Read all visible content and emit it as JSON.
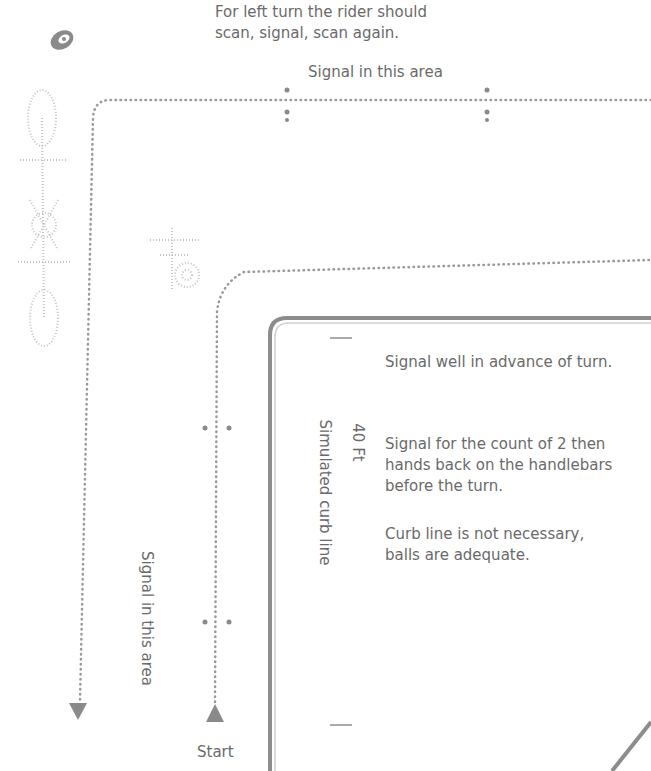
{
  "diagram": {
    "labels": [
      "For left turn the rider should scan, signal, scan again.",
      "Signal in this area",
      "Signal in this area",
      "Simulated curb line",
      "40 Ft",
      "Signal well in advance of turn.",
      "Signal for the count of 2 then hands back on the handlebars before the turn.",
      "Curb line is not necessary, balls are adequate.",
      "Start"
    ]
  }
}
